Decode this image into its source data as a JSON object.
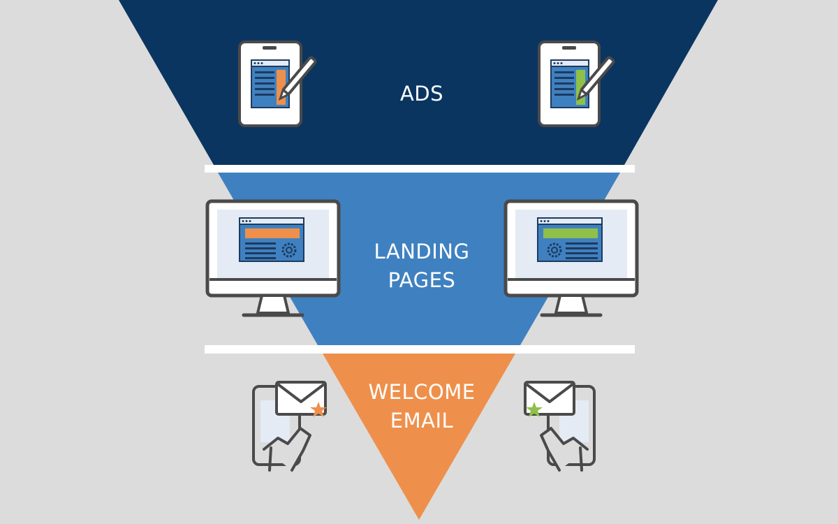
{
  "funnel": {
    "stages": [
      {
        "id": "ads",
        "lines": [
          "ADS"
        ],
        "color": "#0a3560"
      },
      {
        "id": "landing",
        "lines": [
          "LANDING",
          "PAGES"
        ],
        "color": "#3f81c0"
      },
      {
        "id": "email",
        "lines": [
          "WELCOME",
          "EMAIL"
        ],
        "color": "#ee904b"
      }
    ],
    "divider_color": "#ffffff",
    "background_color": "#dcdcdc"
  },
  "accents": {
    "orange": "#ee904b",
    "green": "#8fc04a",
    "outline": "#4a4a4a",
    "panel": "#3f81c0",
    "panel_light": "#e4ebf5"
  },
  "icons": {
    "ads_left": "tablet-pen-icon",
    "ads_right": "tablet-pen-icon",
    "landing_left": "desktop-monitor-icon",
    "landing_right": "desktop-monitor-icon",
    "email_left": "phone-email-icon",
    "email_right": "phone-email-icon"
  }
}
